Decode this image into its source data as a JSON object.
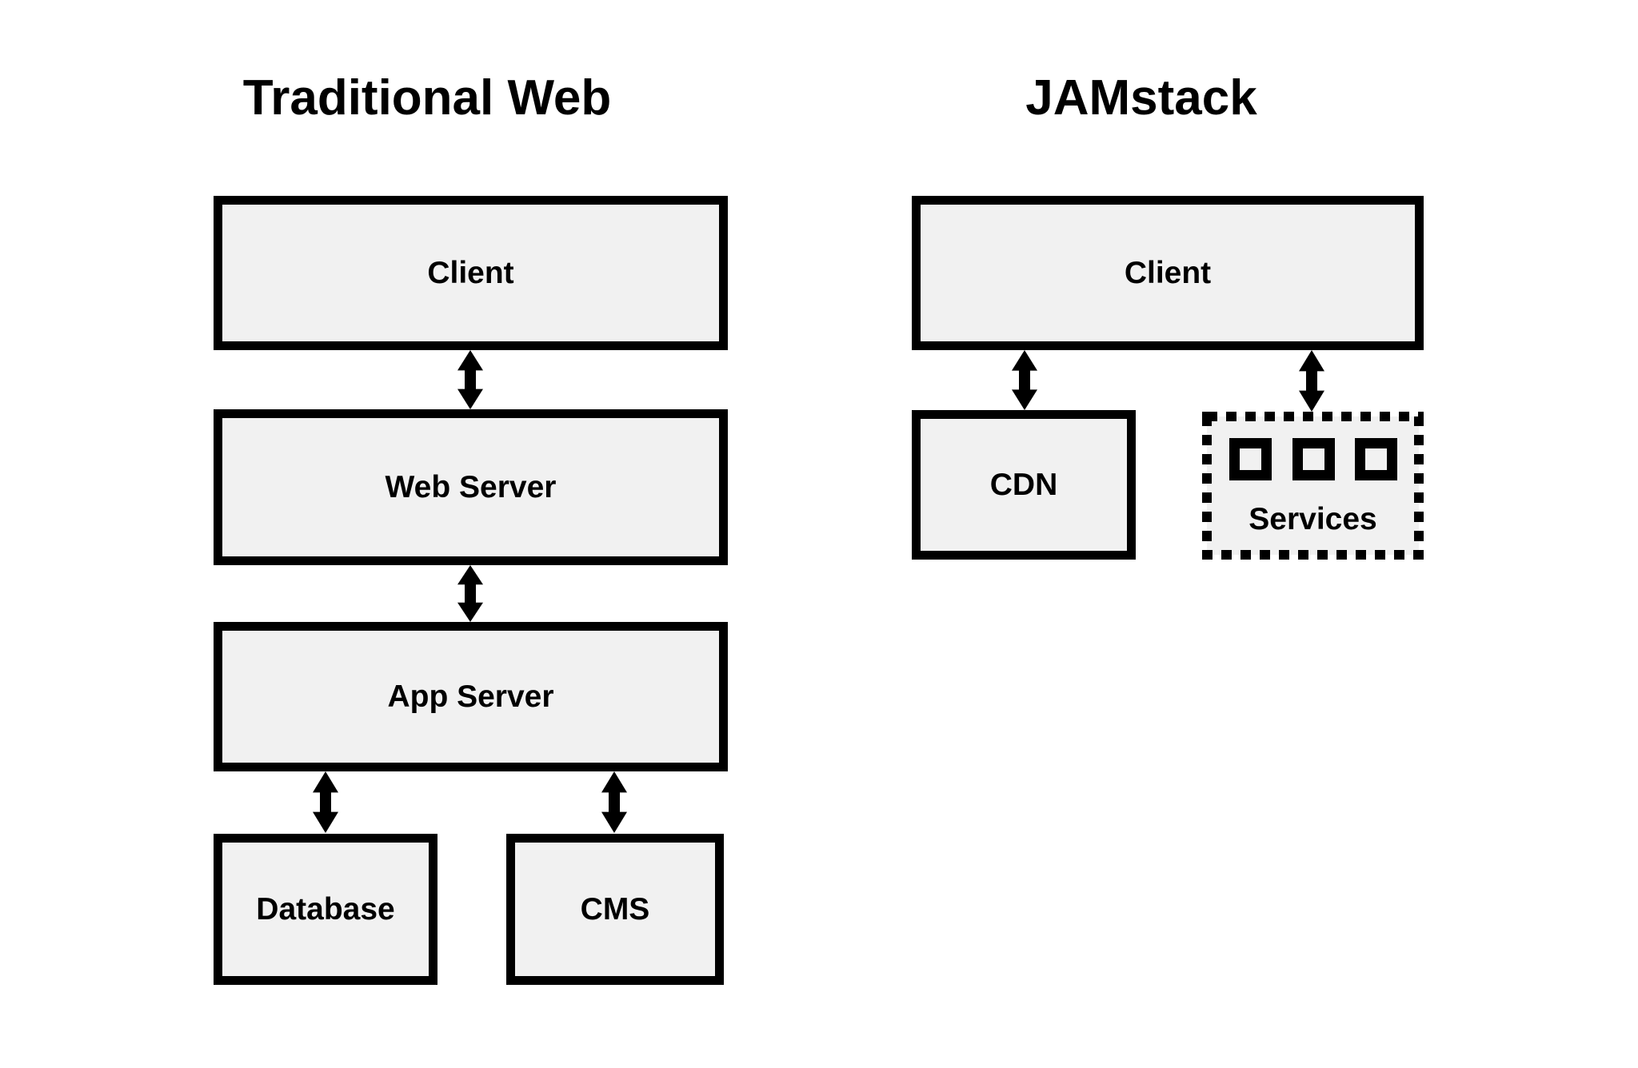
{
  "diagram": {
    "left": {
      "title": "Traditional Web",
      "boxes": {
        "client": "Client",
        "web_server": "Web Server",
        "app_server": "App Server",
        "database": "Database",
        "cms": "CMS"
      }
    },
    "right": {
      "title": "JAMstack",
      "boxes": {
        "client": "Client",
        "cdn": "CDN",
        "services": "Services"
      },
      "icons": {
        "services": "three-small-squares"
      }
    },
    "connectors": {
      "style": "double-headed-vertical-arrow",
      "links": [
        "traditional-client <-> web-server",
        "web-server <-> app-server",
        "app-server <-> database",
        "app-server <-> cms",
        "jamstack-client <-> cdn",
        "jamstack-client <-> services"
      ]
    }
  },
  "colors": {
    "box_fill": "#f1f1f1",
    "box_border": "#000000",
    "background": "#ffffff",
    "text": "#000000"
  }
}
